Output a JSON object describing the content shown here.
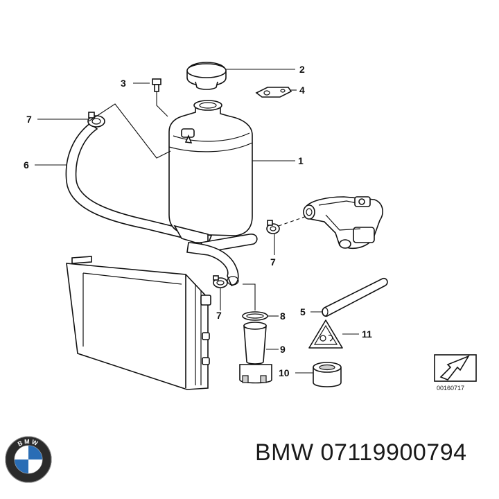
{
  "callouts": [
    {
      "id": "c1",
      "label": "1"
    },
    {
      "id": "c2",
      "label": "2"
    },
    {
      "id": "c3",
      "label": "3"
    },
    {
      "id": "c4",
      "label": "4"
    },
    {
      "id": "c5",
      "label": "5"
    },
    {
      "id": "c6",
      "label": "6"
    },
    {
      "id": "c7a",
      "label": "7"
    },
    {
      "id": "c7b",
      "label": "7"
    },
    {
      "id": "c7c",
      "label": "7"
    },
    {
      "id": "c8",
      "label": "8"
    },
    {
      "id": "c9",
      "label": "9"
    },
    {
      "id": "c10",
      "label": "10"
    },
    {
      "id": "c11",
      "label": "11"
    }
  ],
  "diagram_ref": "00160717",
  "brand": {
    "part_number_text": "BMW 07119900794",
    "logo_letters": "BMW"
  },
  "colors": {
    "line": "#111111",
    "logo_blue": "#2a6db5",
    "logo_ring": "#2b2b2b"
  }
}
